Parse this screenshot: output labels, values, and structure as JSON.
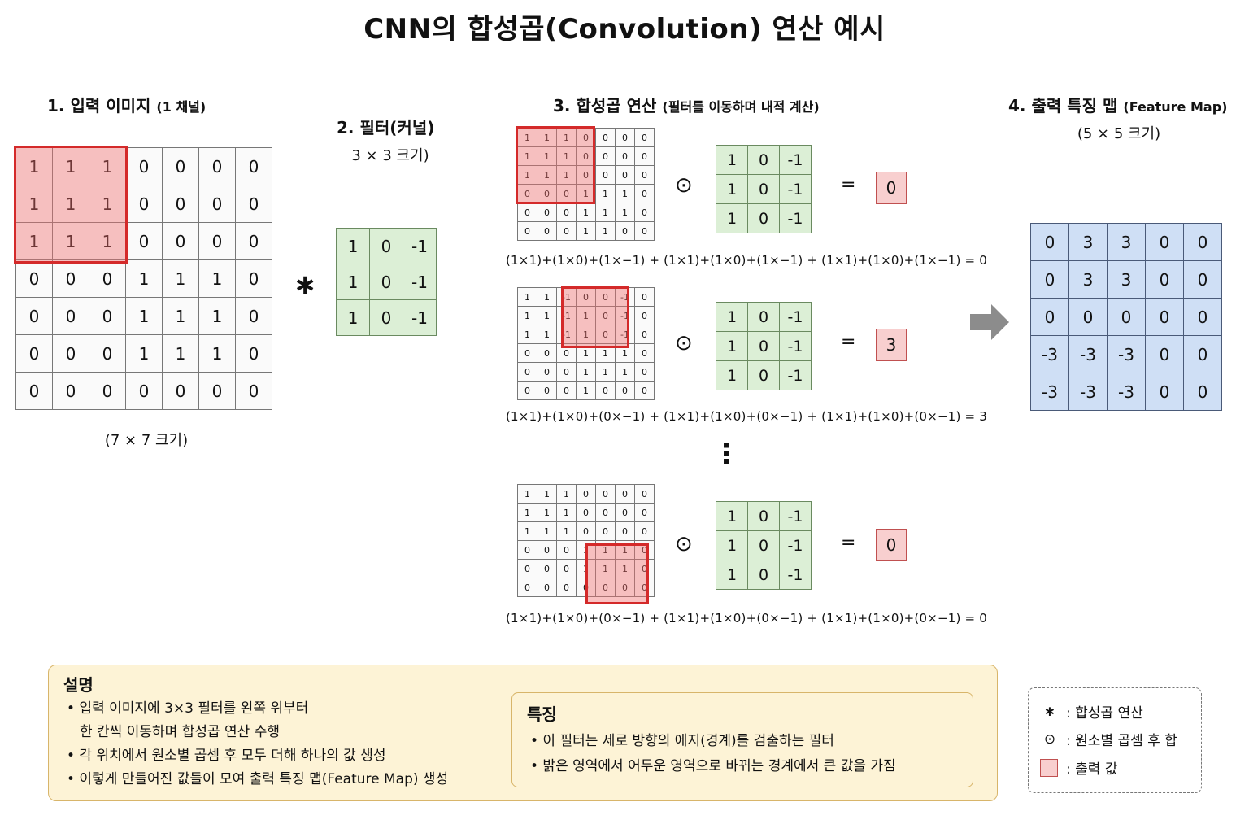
{
  "title": "CNN의 합성곱(Convolution) 연산 예시",
  "section1": {
    "title": "1. 입력 이미지",
    "sub": "(1 채널)",
    "caption": "(7 × 7 크기)"
  },
  "section2": {
    "title": "2. 필터(커널)",
    "caption": "3 × 3 크기)"
  },
  "section3": {
    "title": "3. 합성곱 연산",
    "sub": "(필터를 이동하며 내적 계산)"
  },
  "section4": {
    "title": "4. 출력 특징 맵",
    "sub": "(Feature Map)",
    "caption": "(5 × 5 크기)"
  },
  "input_grid": [
    [
      "1",
      "1",
      "1",
      "0",
      "0",
      "0",
      "0"
    ],
    [
      "1",
      "1",
      "1",
      "0",
      "0",
      "0",
      "0"
    ],
    [
      "1",
      "1",
      "1",
      "0",
      "0",
      "0",
      "0"
    ],
    [
      "0",
      "0",
      "0",
      "1",
      "1",
      "1",
      "0"
    ],
    [
      "0",
      "0",
      "0",
      "1",
      "1",
      "1",
      "0"
    ],
    [
      "0",
      "0",
      "0",
      "1",
      "1",
      "1",
      "0"
    ],
    [
      "0",
      "0",
      "0",
      "0",
      "0",
      "0",
      "0"
    ]
  ],
  "filter_grid": [
    [
      "1",
      "0",
      "-1"
    ],
    [
      "1",
      "0",
      "-1"
    ],
    [
      "1",
      "0",
      "-1"
    ]
  ],
  "conv_symbol": "∗",
  "dot_symbol": "⊙",
  "equals_symbol": "=",
  "vdots": "⋮",
  "steps": [
    {
      "grid": [
        [
          "1",
          "1",
          "1",
          "0",
          "0",
          "0",
          "0"
        ],
        [
          "1",
          "1",
          "1",
          "0",
          "0",
          "0",
          "0"
        ],
        [
          "1",
          "1",
          "1",
          "0",
          "0",
          "0",
          "0"
        ],
        [
          "0",
          "0",
          "0",
          "1",
          "1",
          "1",
          "0"
        ],
        [
          "0",
          "0",
          "0",
          "1",
          "1",
          "1",
          "0"
        ],
        [
          "0",
          "0",
          "0",
          "1",
          "1",
          "0",
          "0"
        ]
      ],
      "result": "0",
      "formula": "(1×1)+(1×0)+(1×−1) + (1×1)+(1×0)+(1×−1) + (1×1)+(1×0)+(1×−1) = 0"
    },
    {
      "grid": [
        [
          "1",
          "1",
          "-1",
          "0",
          "0",
          "-1",
          "0"
        ],
        [
          "1",
          "1",
          "-1",
          "1",
          "0",
          "-1",
          "0"
        ],
        [
          "1",
          "1",
          "-1",
          "1",
          "0",
          "-1",
          "0"
        ],
        [
          "0",
          "0",
          "0",
          "1",
          "1",
          "1",
          "0"
        ],
        [
          "0",
          "0",
          "0",
          "1",
          "1",
          "1",
          "0"
        ],
        [
          "0",
          "0",
          "0",
          "1",
          "0",
          "0",
          "0"
        ]
      ],
      "result": "3",
      "formula": "(1×1)+(1×0)+(0×−1) + (1×1)+(1×0)+(0×−1) + (1×1)+(1×0)+(0×−1) = 3"
    },
    {
      "grid": [
        [
          "1",
          "1",
          "1",
          "0",
          "0",
          "0",
          "0"
        ],
        [
          "1",
          "1",
          "1",
          "0",
          "0",
          "0",
          "0"
        ],
        [
          "1",
          "1",
          "1",
          "0",
          "0",
          "0",
          "0"
        ],
        [
          "0",
          "0",
          "0",
          "1",
          "1",
          "1",
          "0"
        ],
        [
          "0",
          "0",
          "0",
          "1",
          "1",
          "1",
          "0"
        ],
        [
          "0",
          "0",
          "0",
          "0",
          "0",
          "0",
          "0"
        ]
      ],
      "result": "0",
      "formula": "(1×1)+(1×0)+(0×−1) + (1×1)+(1×0)+(0×−1) + (1×1)+(1×0)+(0×−1) = 0"
    }
  ],
  "output_grid": [
    [
      "0",
      "3",
      "3",
      "0",
      "0"
    ],
    [
      "0",
      "3",
      "3",
      "0",
      "0"
    ],
    [
      "0",
      "0",
      "0",
      "0",
      "0"
    ],
    [
      "-3",
      "-3",
      "-3",
      "0",
      "0"
    ],
    [
      "-3",
      "-3",
      "-3",
      "0",
      "0"
    ]
  ],
  "explanation": {
    "heading": "설명",
    "lines": [
      "• 입력 이미지에 3×3 필터를 왼쪽 위부터",
      "한 칸씩 이동하며 합성곱 연산 수행",
      "• 각 위치에서 원소별 곱셈 후 모두 더해 하나의 값 생성",
      "• 이렇게 만들어진 값들이 모여 출력 특징 맵(Feature Map) 생성"
    ]
  },
  "features": {
    "heading": "특징",
    "lines": [
      "• 이 필터는 세로 방향의 에지(경계)를 검출하는 필터",
      "• 밝은 영역에서 어두운 영역으로 바뀌는 경계에서 큰 값을 가짐"
    ]
  },
  "legend": [
    {
      "symbol": "∗",
      "label": ": 합성곱 연산"
    },
    {
      "symbol": "⊙",
      "label": ": 원소별 곱셈 후 합"
    },
    {
      "symbol": "",
      "label": ": 출력 값"
    }
  ],
  "colors": {
    "highlight": "#d42a2a",
    "filter_bg": "#dcefd6",
    "output_bg": "#cfdff5",
    "panel_bg": "#fdf3d6",
    "arrow": "#8c8c8c"
  }
}
